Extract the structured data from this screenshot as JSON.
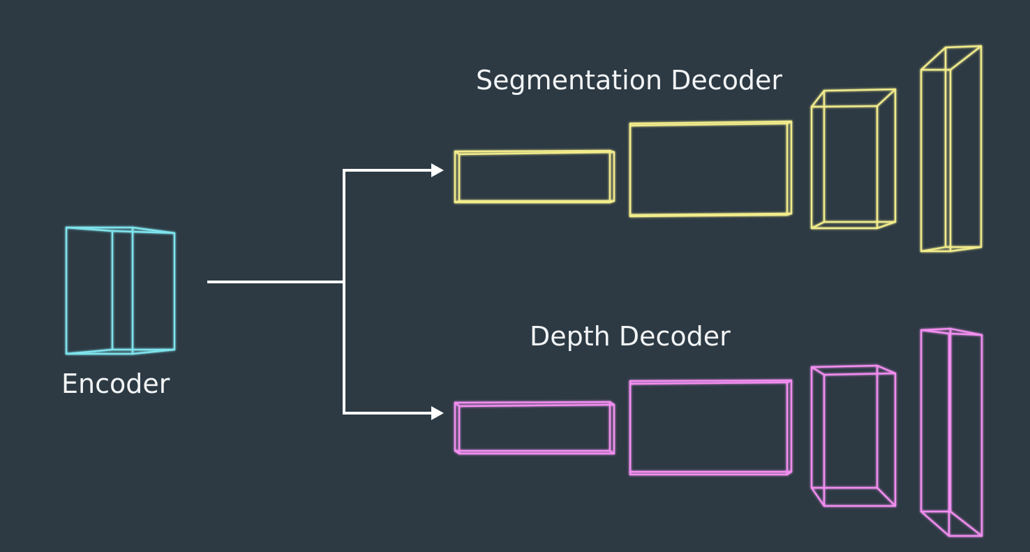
{
  "diagram": {
    "labels": {
      "segmentation_decoder": "Segmentation Decoder",
      "depth_decoder": "Depth Decoder",
      "encoder": "Encoder"
    },
    "colors": {
      "background": "#2d3a44",
      "encoder": "#7fe3ec",
      "segmentation": "#f2ec8c",
      "depth": "#f28ef0",
      "connector": "#ffffff"
    },
    "blocks": {
      "encoder_count": 1,
      "segmentation_count": 4,
      "depth_count": 4
    }
  }
}
